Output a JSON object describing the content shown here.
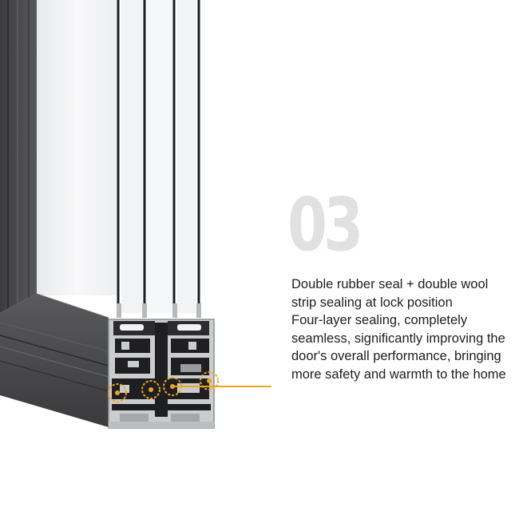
{
  "feature": {
    "number": "03",
    "paragraphs": [
      "Double rubber seal + double wool strip sealing at lock position",
      "Four-layer sealing, completely seamless, significantly improving the door's overall performance, bringing more safety and warmth to the home"
    ]
  },
  "colors": {
    "number": "#e1e1e1",
    "text": "#1e1e1e",
    "frame": "#4b4b4d",
    "frame_dark": "#2e2e30",
    "section_metal": "#c9cacc",
    "glass": "#f3f4f5",
    "highlight": "#f0a31f"
  }
}
